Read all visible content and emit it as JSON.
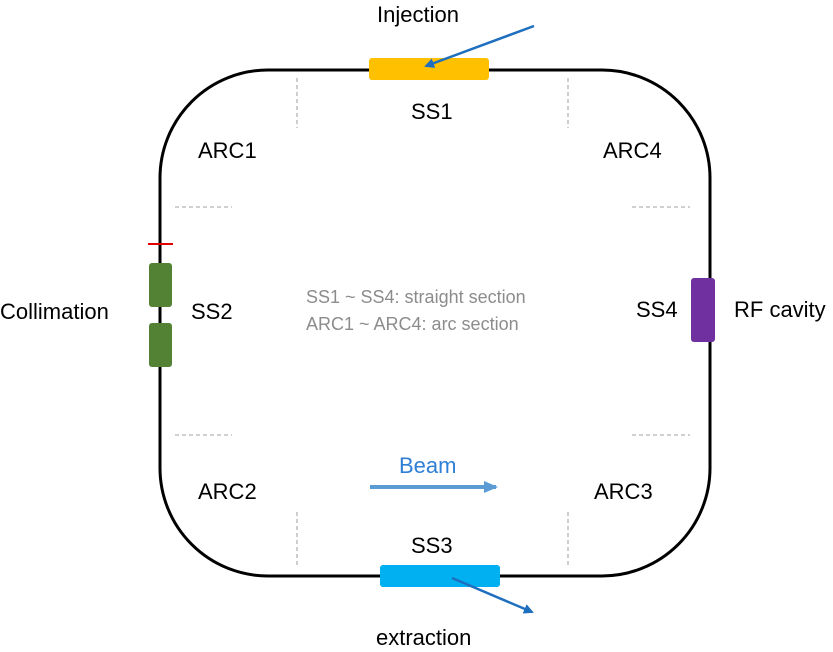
{
  "diagram": {
    "labels": {
      "injection": "Injection",
      "extraction": "extraction",
      "collimation": "Collimation",
      "rf_cavity": "RF cavity",
      "beam": "Beam",
      "ss1": "SS1",
      "ss2": "SS2",
      "ss3": "SS3",
      "ss4": "SS4",
      "arc1": "ARC1",
      "arc2": "ARC2",
      "arc3": "ARC3",
      "arc4": "ARC4"
    },
    "notes": [
      "SS1 ~ SS4:  straight section",
      "ARC1 ~ ARC4: arc section"
    ],
    "colors": {
      "ring": "#000000",
      "injection_element": "#ffc000",
      "extraction_element": "#00b0f0",
      "collimator": "#548235",
      "rf_cavity": "#7030a0",
      "arrow": "#1f6fbf",
      "beam_arrow": "#5b9bd5",
      "beam_text": "#2f7fd6",
      "marker": "#e00000",
      "dividers": "#b4b4b4",
      "notes": "#8c8c8c"
    }
  }
}
